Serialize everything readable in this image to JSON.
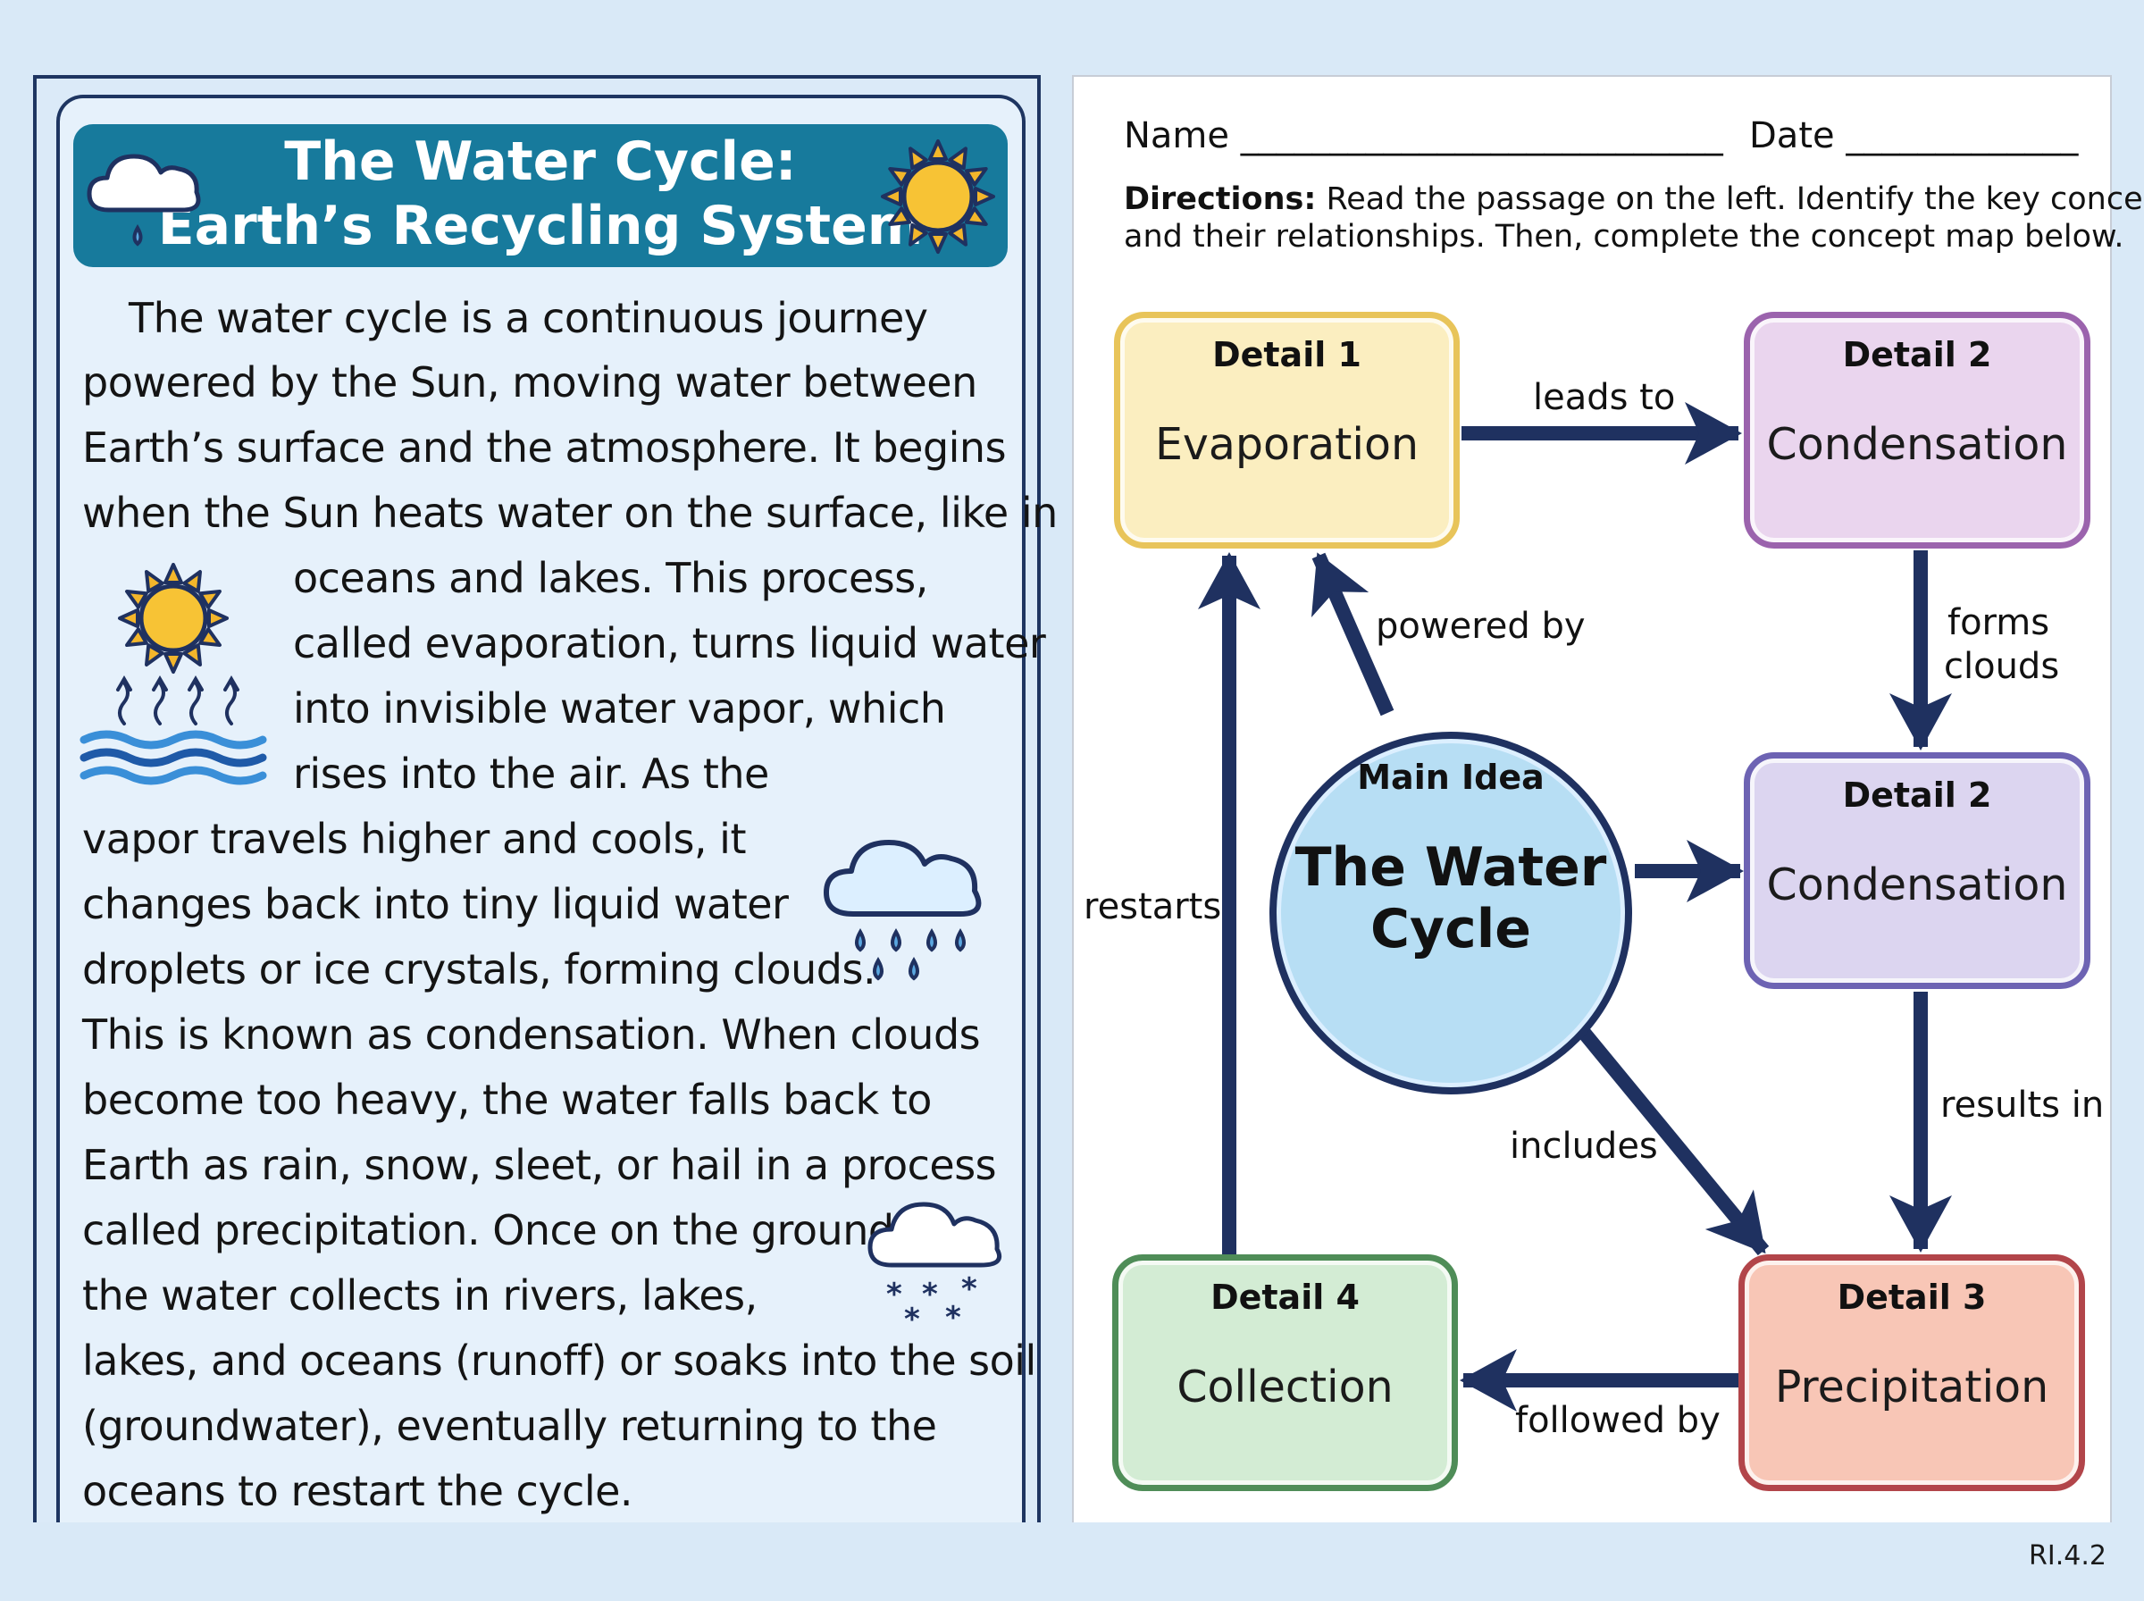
{
  "passage": {
    "title_line1": "The Water Cycle:",
    "title_line2": "Earth’s Recycling System",
    "lines": [
      "The water cycle is a continuous journey",
      "powered by the Sun, moving water between",
      "Earth’s surface and the atmosphere. It begins",
      "when the Sun heats water on the surface, like in",
      "oceans and lakes. This process,",
      "called evaporation, turns liquid water",
      "into invisible water vapor, which",
      "rises into the air. As the",
      "vapor travels higher and cools, it",
      "changes back into tiny liquid water",
      "droplets or ice crystals, forming clouds.",
      "This is known as condensation. When clouds",
      "become too heavy, the water falls back to",
      "Earth as rain, snow, sleet, or hail in a process",
      "called precipitation. Once on the ground,",
      "the water collects in rivers, lakes,",
      "lakes, and oceans (runoff) or soaks into the soil",
      "(groundwater), eventually returning to the",
      "oceans to restart the cycle."
    ],
    "icons": [
      "rain-cloud-icon",
      "sun-icon",
      "evaporation-icon",
      "rain-cloud-icon",
      "snow-cloud-icon"
    ]
  },
  "worksheet": {
    "name_label": "Name ___________________________",
    "date_label": "Date _____________",
    "directions_bold": "Directions:",
    "directions_line1": "Read the passage on the left. Identify the key concepts",
    "directions_line2": "and their relationships. Then, complete the concept map below."
  },
  "concept_map": {
    "main_idea_label": "Main Idea",
    "main_idea_line1": "The Water",
    "main_idea_line2": "Cycle",
    "nodes": [
      {
        "label": "Detail 1",
        "term": "Evaporation",
        "fill": "#fbeec0",
        "border": "#e8c45a"
      },
      {
        "label": "Detail 2",
        "term": "Condensation",
        "fill": "#ead5ee",
        "border": "#9b63ad"
      },
      {
        "label": "Detail 2",
        "term": "Condensation",
        "fill": "#dcd5f0",
        "border": "#6d63b3"
      },
      {
        "label": "Detail 3",
        "term": "Precipitation",
        "fill": "#f8c6b6",
        "border": "#b2454a"
      },
      {
        "label": "Detail 4",
        "term": "Collection",
        "fill": "#d3ecd4",
        "border": "#4f8d58"
      }
    ],
    "links": {
      "leads_to": "leads to",
      "powered_by": "powered by",
      "forms_clouds_1": "forms",
      "forms_clouds_2": "clouds",
      "restarts": "restarts",
      "includes": "includes",
      "results_in": "results in",
      "followed_by": "followed by"
    },
    "arrow_color": "#1f3160"
  },
  "standard_code": "RI.4.2"
}
